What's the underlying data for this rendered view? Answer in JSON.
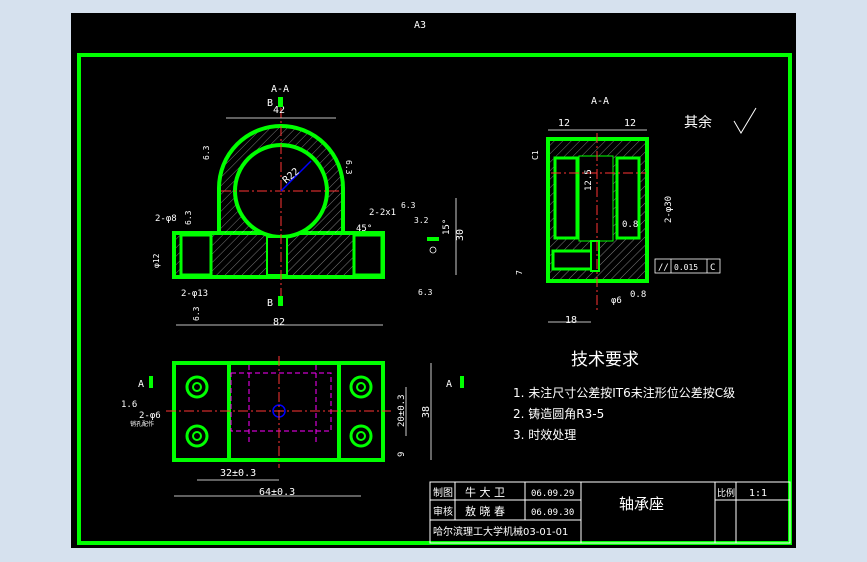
{
  "sheet": {
    "size_label": "A3"
  },
  "colors": {
    "border": "#00ff00",
    "outline": "#00ff00",
    "centerline": "#ff3333",
    "dimension": "#ffffff",
    "hidden": "#ff00ff",
    "hatch": "#cccccc",
    "accent": "#0000ff",
    "leader": "#ffff00"
  },
  "front_view": {
    "section_label": "A-A",
    "cut_marker": "B",
    "dims": {
      "top_width": "42",
      "radius": "R22",
      "total_width": "82",
      "height": "30",
      "hole_small": "2-φ8",
      "hole_large": "2-φ13",
      "chamfer": "2-2x1",
      "angle": "45°",
      "side_dim": "φ12",
      "h15": "15°"
    },
    "roughness": [
      "6.3",
      "6.3",
      "6.3",
      "6.3",
      "3.2",
      "6.3",
      "6.3"
    ]
  },
  "side_view": {
    "section_label": "A-A",
    "others_label": "其余",
    "dims": {
      "left_width": "12",
      "right_width": "12",
      "bore": "2-φ30",
      "depth": "18",
      "tol_12_5": "12.5",
      "pin": "φ6",
      "rough_08": "0.8",
      "c1": "C1",
      "h7": "7"
    },
    "tolerance_frame": {
      "symbol": "//",
      "value": "0.015",
      "datum": "C"
    }
  },
  "top_view": {
    "cut_marker": "A",
    "dims": {
      "d1": "32±0.3",
      "d2": "64±0.3",
      "v1": "20±0.3",
      "v2": "38",
      "v3": "9",
      "hole_note": "2-φ6",
      "hole_sub": "销孔配作",
      "rough": "1.6"
    }
  },
  "tech_requirements": {
    "title": "技术要求",
    "items": [
      "1. 未注尺寸公差按IT6未注形位公差按C级",
      "2. 铸造圆角R3-5",
      "3. 时效处理"
    ]
  },
  "title_block": {
    "drawn_label": "制图",
    "drawn_by": "牛 大 卫",
    "drawn_date": "06.09.29",
    "checked_label": "审核",
    "checked_by": "敖 晓 春",
    "checked_date": "06.09.30",
    "part_name": "轴承座",
    "scale_label": "比例",
    "scale_value": "1:1",
    "organization": "哈尔滨理工大学机械03-01-01"
  }
}
